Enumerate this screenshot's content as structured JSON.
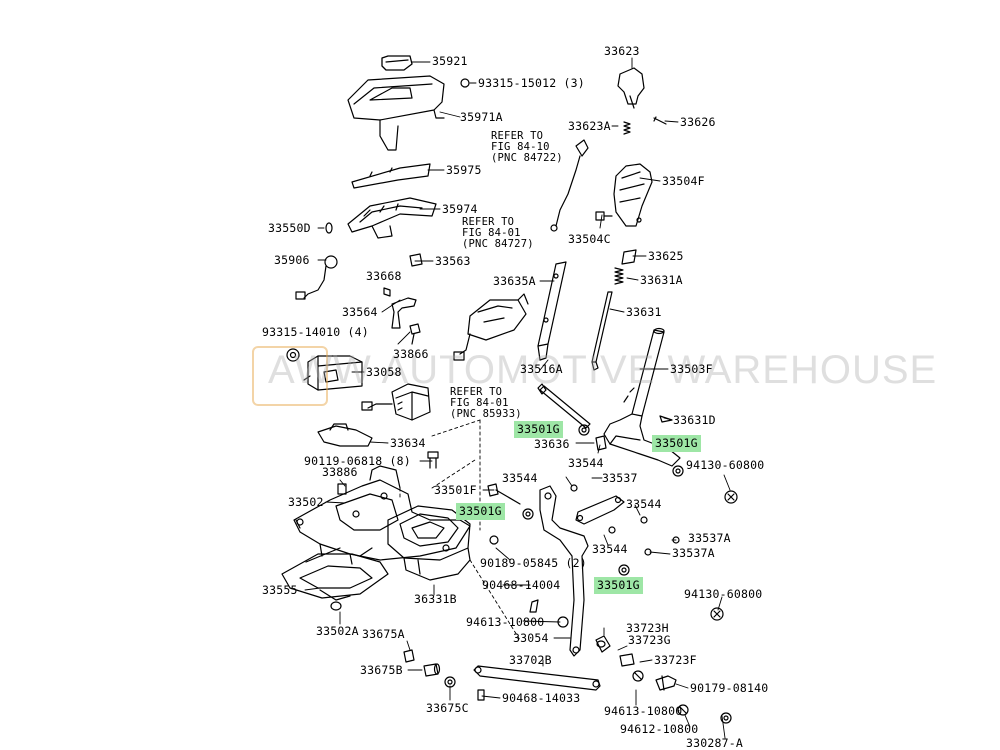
{
  "labels": {
    "l35921": "35921",
    "l93315_15012": "93315-15012 (3)",
    "l35971A": "35971A",
    "l35975": "35975",
    "l35974": "35974",
    "l33550D": "33550D",
    "l35906": "35906",
    "l33563": "33563",
    "l33668": "33668",
    "l33564": "33564",
    "l93315_14010": "93315-14010 (4)",
    "l33866": "33866",
    "l33058": "33058",
    "l33634": "33634",
    "l90119_06818": "90119-06818 (8)",
    "l33886": "33886",
    "l33502": "33502",
    "l33555": "33555",
    "l33502A": "33502A",
    "l36331B": "36331B",
    "l90189_05845": "90189-05845 (2)",
    "l33675A": "33675A",
    "l33675B": "33675B",
    "l33675C": "33675C",
    "l33623": "33623",
    "l33623A": "33623A",
    "l33626": "33626",
    "l33504F": "33504F",
    "l33504C": "33504C",
    "l33625": "33625",
    "l33631A": "33631A",
    "l33631": "33631",
    "l33635A": "33635A",
    "l33503F": "33503F",
    "l33516A": "33516A",
    "l33631D": "33631D",
    "l33501G_a": "33501G",
    "l33636": "33636",
    "l33501G_b": "33501G",
    "l33544_a": "33544",
    "l94130_60800_a": "94130-60800",
    "l33544_b": "33544",
    "l33537": "33537",
    "l33501F": "33501F",
    "l33501G_c": "33501G",
    "l33544_c": "33544",
    "l33537A_a": "33537A",
    "l33544_d": "33544",
    "l33537A_b": "33537A",
    "l90468_14004": "90468-14004",
    "l33501G_d": "33501G",
    "l94130_60800_b": "94130-60800",
    "l94613_10800_a": "94613-10800",
    "l33054": "33054",
    "l33723H": "33723H",
    "l33723G": "33723G",
    "l33702B": "33702B",
    "l33723F": "33723F",
    "l90468_14033": "90468-14033",
    "l94613_10800_b": "94613-10800",
    "l90179_08140": "90179-08140",
    "l94612_10800": "94612-10800",
    "l33028_7A": "330287-A"
  },
  "refs": {
    "ref84722": "REFER TO\nFIG 84-10\n(PNC 84722)",
    "ref84727": "REFER TO\nFIG 84-01\n(PNC 84727)",
    "ref85933": "REFER TO\nFIG 84-01\n(PNC 85933)"
  },
  "watermark": "AWW AUTOMOTIVE WAREHOUSE",
  "colors": {
    "highlight": "#9ee6a6",
    "ink": "#000000",
    "watermark": "#aaaaaa"
  }
}
